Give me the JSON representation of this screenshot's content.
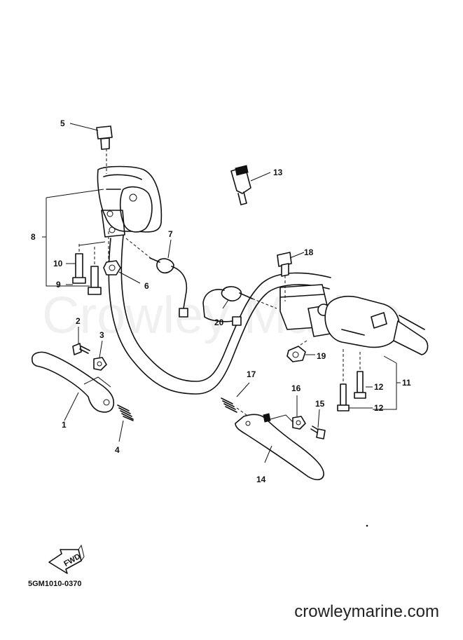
{
  "callouts": {
    "c1": "1",
    "c2": "2",
    "c3": "3",
    "c4": "4",
    "c5": "5",
    "c6": "6",
    "c7": "7",
    "c8": "8",
    "c9": "9",
    "c10": "10",
    "c11": "11",
    "c12a": "12",
    "c12b": "12",
    "c13": "13",
    "c14": "14",
    "c15": "15",
    "c16": "16",
    "c17": "17",
    "c18": "18",
    "c19": "19",
    "c20": "20"
  },
  "fwd_label": "FWD",
  "diagram_code": "5GM1010-0370",
  "watermark": "Crowley Marine",
  "site": "crowleymarine.com"
}
